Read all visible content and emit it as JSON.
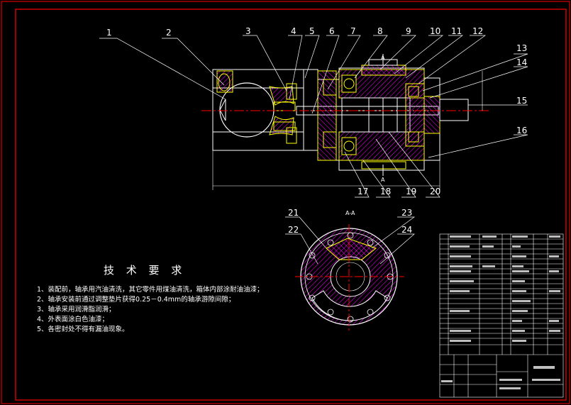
{
  "drawing": {
    "section_label": "A-A",
    "arrow_label_top": "A",
    "arrow_label_bottom": "A",
    "callouts": [
      "1",
      "2",
      "3",
      "4",
      "5",
      "6",
      "7",
      "8",
      "9",
      "10",
      "11",
      "12",
      "13",
      "14",
      "15",
      "16",
      "17",
      "18",
      "19",
      "20",
      "21",
      "22",
      "23",
      "24"
    ]
  },
  "requirements": {
    "title": "技 术 要 求",
    "items": [
      "1、装配前，轴承用汽油清洗，其它零件用煤油清洗，箱体内部涂耐油油漆；",
      "2、轴承安装前通过调整垫片获得0.25－0.4mm的轴承游隙间隙；",
      "3、轴承采用润滑脂润滑；",
      "4、外表面涂白色油漆；",
      "5、各密封处不得有漏油现象。"
    ]
  },
  "colors": {
    "frame": "#ff0000",
    "lines": "#ffffff",
    "parts": "#ffff00",
    "hatch": "#ff00ff",
    "centerline": "#ff0000",
    "table": "#ffffff"
  }
}
